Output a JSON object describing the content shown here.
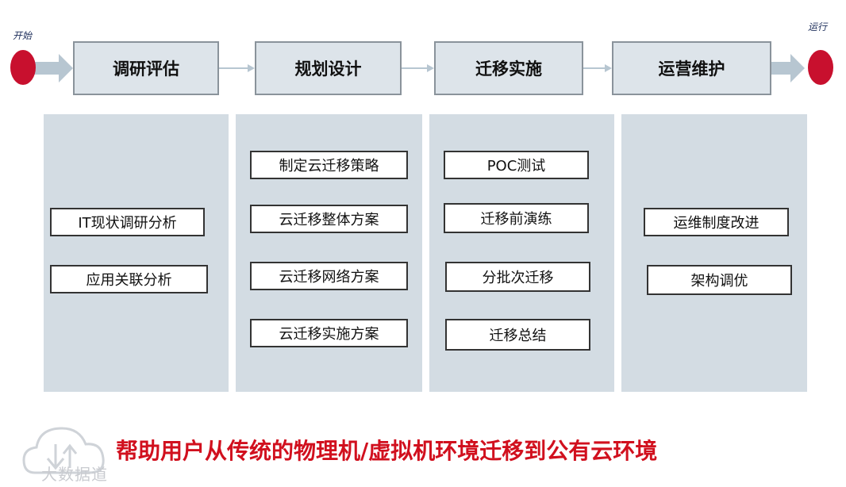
{
  "start_label": "开始",
  "end_label": "运行",
  "phases": [
    {
      "label": "调研评估",
      "tasks": [
        "IT现状调研分析",
        "应用关联分析"
      ]
    },
    {
      "label": "规划设计",
      "tasks": [
        "制定云迁移策略",
        "云迁移整体方案",
        "云迁移网络方案",
        "云迁移实施方案"
      ]
    },
    {
      "label": "迁移实施",
      "tasks": [
        "POC测试",
        "迁移前演练",
        "分批次迁移",
        "迁移总结"
      ]
    },
    {
      "label": "运营维护",
      "tasks": [
        "运维制度改进",
        "架构调优"
      ]
    }
  ],
  "tagline": "帮助用户从传统的物理机/虚拟机环境迁移到公有云环境",
  "watermark": "大数据道",
  "colors": {
    "dot": "#c8102e",
    "phase_fill": "#dde4ea",
    "column_fill": "#d3dce3",
    "arrow": "#b7c6d1",
    "tagline": "#d1101e"
  }
}
